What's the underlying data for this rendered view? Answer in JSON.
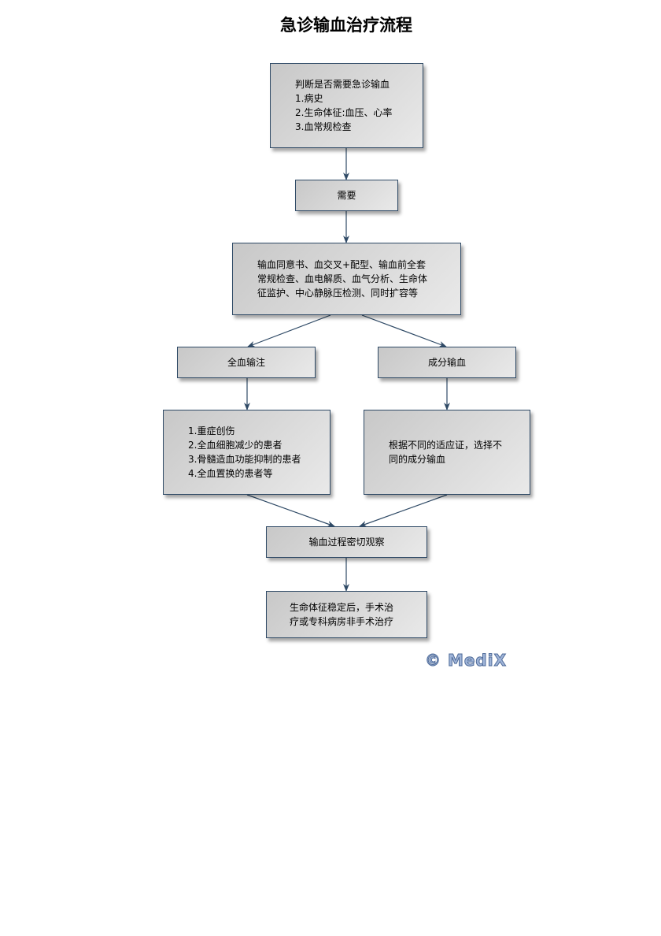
{
  "title": "急诊输血治疗流程",
  "nodes": {
    "assess": "判断是否需要急诊输血\n1.病史\n2.生命体征:血压、心率\n3.血常规检查",
    "need": "需要",
    "prep": "输血同意书、血交叉+配型、输血前全套\n常规检查、血电解质、血气分析、生命体\n征监护、中心静脉压检测、同时扩容等",
    "whole_blood": "全血输注",
    "component": "成分输血",
    "whole_indications": "1.重症创伤\n2.全血细胞减少的患者\n3.骨髓造血功能抑制的患者\n4.全血置换的患者等",
    "component_indications": "根据不同的适应证，选择不\n同的成分输血",
    "observe": "输血过程密切观察",
    "outcome": "生命体征稳定后，手术治\n疗或专科病房非手术治疗"
  },
  "watermark": "© MediX",
  "colors": {
    "border": "#2f4a66",
    "arrow": "#2f4a66"
  }
}
